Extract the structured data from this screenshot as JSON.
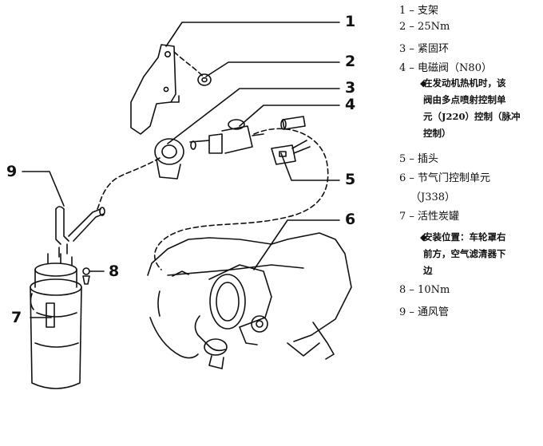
{
  "callouts": [
    "1",
    "2",
    "3",
    "4",
    "5",
    "6",
    "7",
    "8",
    "9"
  ],
  "legend": {
    "items": [
      {
        "num": "1",
        "sep": " – ",
        "text": "支架"
      },
      {
        "num": "2",
        "sep": " – ",
        "text": "25Nm"
      },
      {
        "num": "3",
        "sep": " – ",
        "text": "紧固环"
      },
      {
        "num": "4",
        "sep": " – ",
        "text": "电磁阀（N80）"
      },
      {
        "num": "5",
        "sep": " – ",
        "text": "插头"
      },
      {
        "num": "6",
        "sep": " – ",
        "text": "节气门控制单元"
      },
      {
        "num": "7",
        "sep": " – ",
        "text": "活性炭罐"
      },
      {
        "num": "8",
        "sep": " – ",
        "text": "10Nm"
      },
      {
        "num": "9",
        "sep": " – ",
        "text": "通风管"
      }
    ],
    "item6_continued": "（J338）",
    "bullet_symbol": "◆",
    "note4": [
      "在发动机热机时，该",
      "阀由多点喷射控制单",
      "元（J220）控制（脉冲",
      "控制）"
    ],
    "note7": [
      "安装位置：车轮罩右",
      "前方，空气滤清器下",
      "边"
    ]
  }
}
